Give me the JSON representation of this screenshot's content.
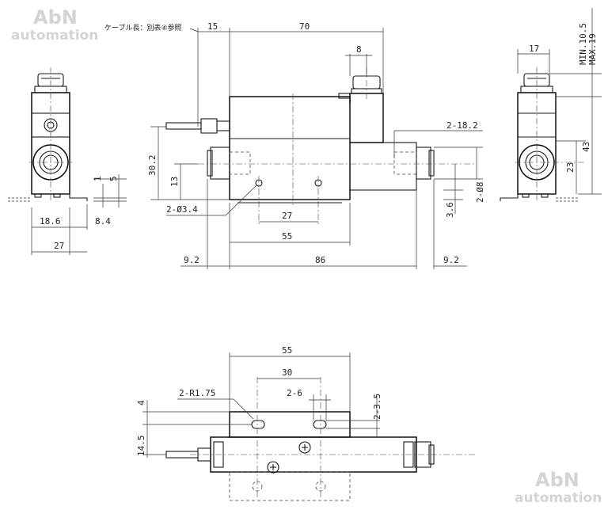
{
  "watermark": {
    "top_line": "AbN",
    "bottom_line": "automation"
  },
  "notes": {
    "cable_length": "ケーブル長：別表④参照"
  },
  "dims": {
    "d15": "15",
    "d70": "70",
    "d8": "8",
    "d17": "17",
    "min_len": "MIN.10.5",
    "max_len": "MAX.19",
    "d43": "43",
    "d23": "23",
    "d2_18_2": "2-18.2",
    "d30_2": "30.2",
    "d13": "13",
    "d1": "1",
    "d5": "5",
    "d18_6": "18.6",
    "d8_4": "8.4",
    "d27_left": "27",
    "hole_dia": "2-Ø3.4",
    "d27_center": "27",
    "d55_front": "55",
    "d9_2_left": "9.2",
    "d86": "86",
    "d9_2_right": "9.2",
    "d2_o8": "2-Ø8",
    "d3_6": "3.6",
    "d55_top": "55",
    "d30_top": "30",
    "slot_r": "2-R1.75",
    "slot_w": "2-6",
    "slot_h": "2-3.5",
    "d4": "4",
    "d14_5": "14.5"
  }
}
